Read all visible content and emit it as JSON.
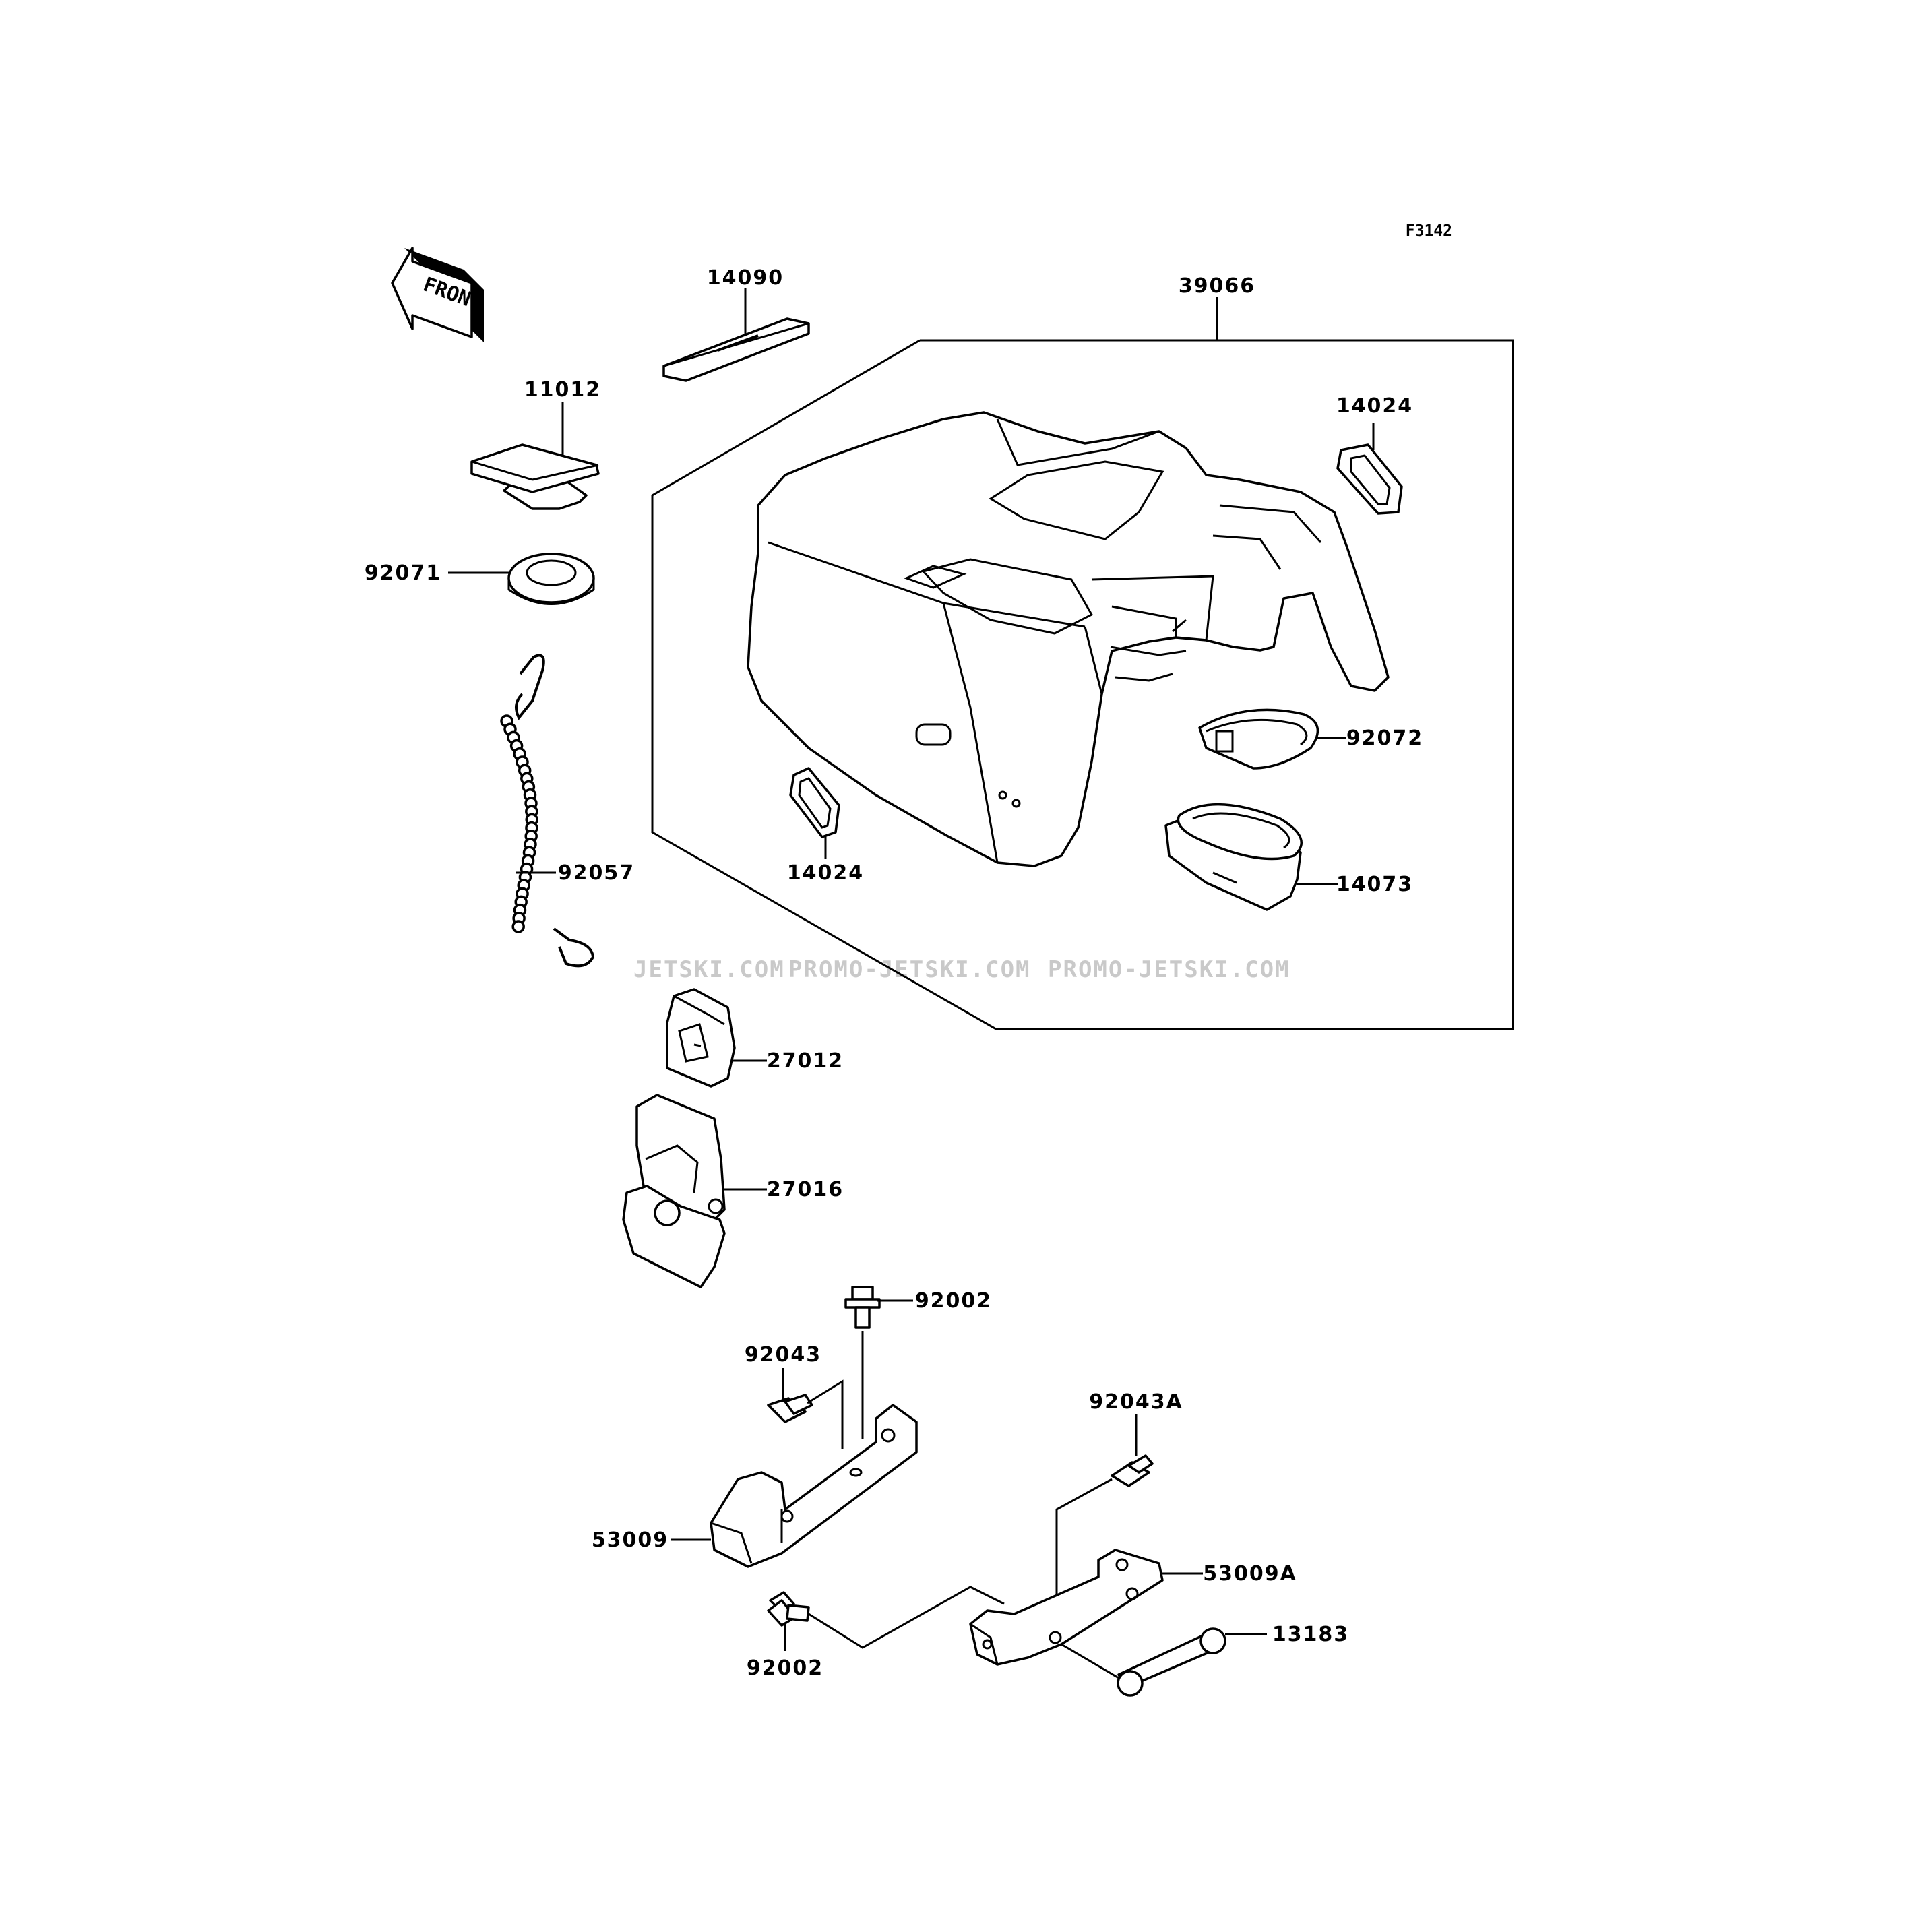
{
  "figure_code": "F3142",
  "front_arrow": {
    "text": "FRONT",
    "icon": "front-direction-arrow-icon"
  },
  "watermark": {
    "text_1": "JETSKI.COM",
    "text_2": "PROMO-JETSKI.COM",
    "text_3": "PROMO-JETSKI.COM",
    "color": "#c9c9c9"
  },
  "parts": {
    "p14090": "14090",
    "p39066": "39066",
    "p11012": "11012",
    "p14024_top": "14024",
    "p92071": "92071",
    "p92072": "92072",
    "p92057": "92057",
    "p14024_bottom": "14024",
    "p14073": "14073",
    "p27012": "27012",
    "p27016": "27016",
    "p92002_top": "92002",
    "p92043": "92043",
    "p92043A": "92043A",
    "p53009": "53009",
    "p53009A": "53009A",
    "p13183": "13183",
    "p92002_bottom": "92002"
  }
}
